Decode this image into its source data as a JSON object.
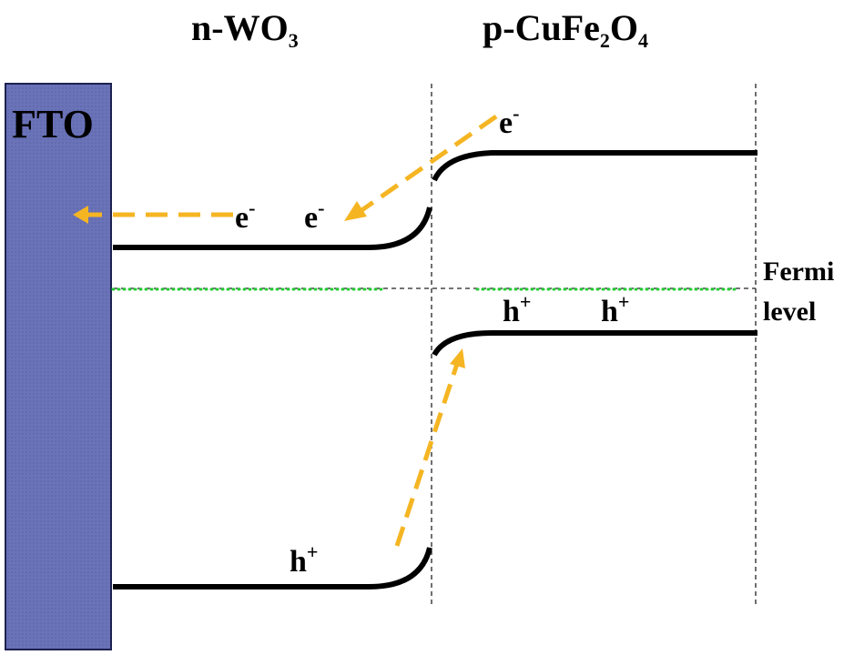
{
  "diagram": {
    "layers": {
      "fto": {
        "label": "FTO"
      },
      "n_type": {
        "name": "n-WO",
        "subscript": "3"
      },
      "p_type": {
        "prefix": "p-CuFe",
        "sub1": "2",
        "mid": "O",
        "sub2": "4"
      }
    },
    "carriers": {
      "electron": {
        "base": "e",
        "charge": "-"
      },
      "hole": {
        "base": "h",
        "charge": "+"
      }
    },
    "fermi_level": {
      "line1": "Fermi",
      "line2": "level"
    },
    "colors": {
      "fto_fill": "#6a72b8",
      "band_line": "#000000",
      "arrow": "#f5b523",
      "fermi_dots": "#22cc33"
    }
  }
}
